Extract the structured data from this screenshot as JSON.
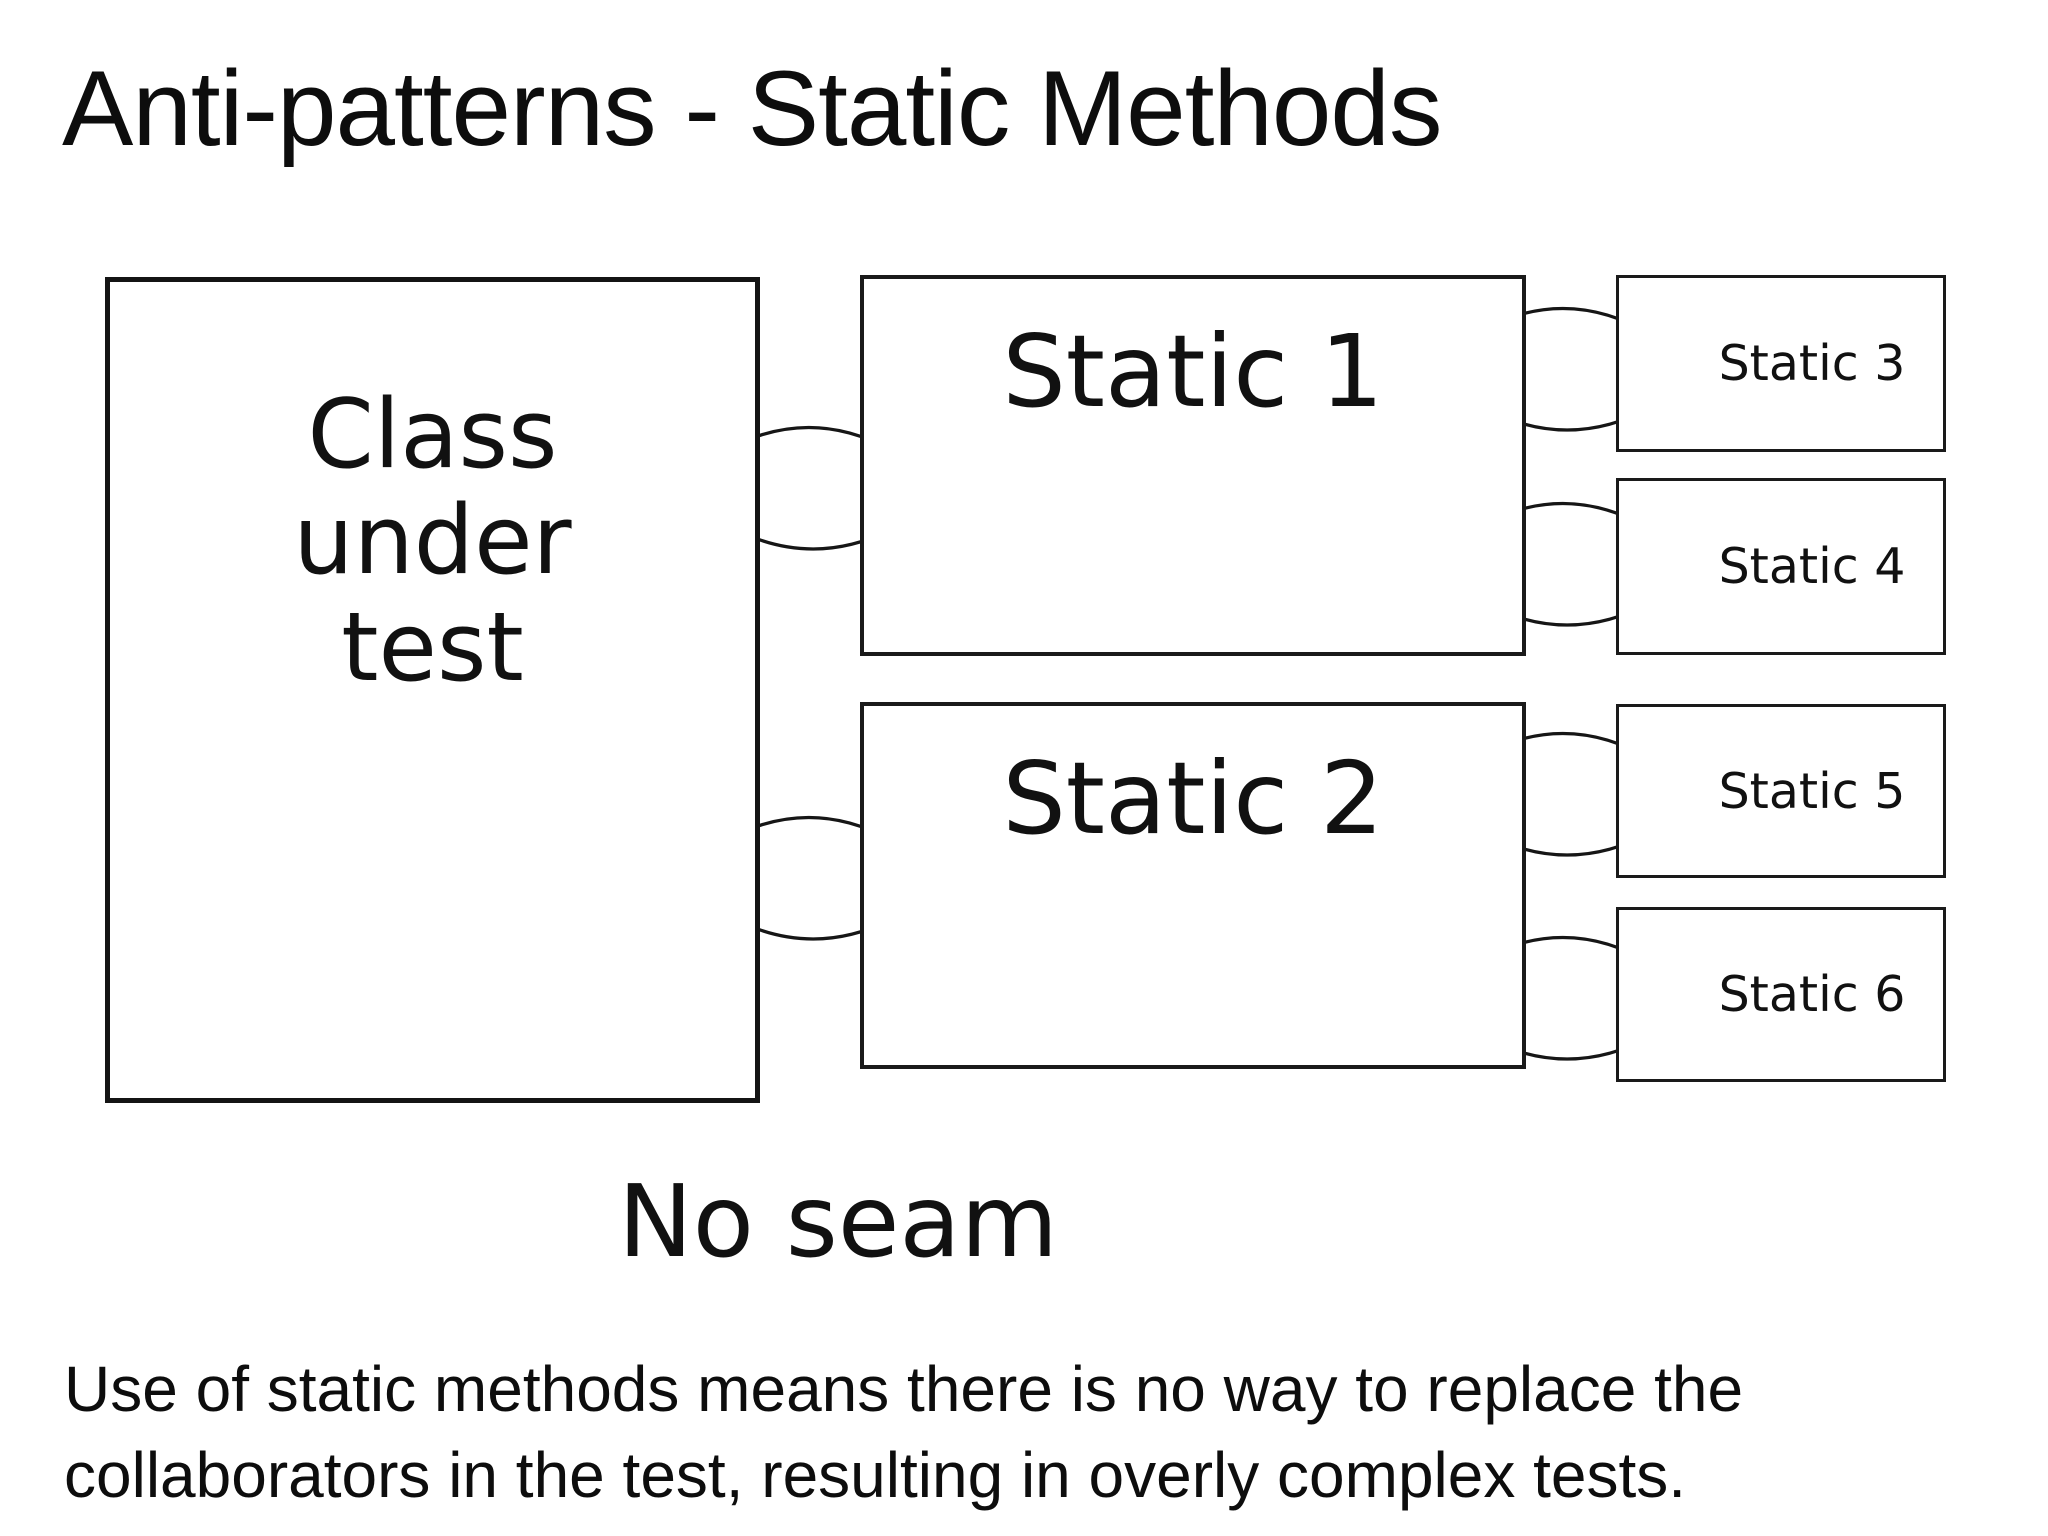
{
  "slide": {
    "title": "Anti-patterns - Static Methods",
    "caption": "No seam",
    "description_lines": [
      "Use of static methods means there is no way to replace the",
      "collaborators in the test, resulting in overly complex tests."
    ]
  },
  "diagram": {
    "class_box": {
      "label": "Class under test",
      "lines": [
        "Class",
        "under",
        "test"
      ]
    },
    "static_boxes": {
      "static1": "Static 1",
      "static2": "Static 2",
      "static3": "Static 3",
      "static4": "Static 4",
      "static5": "Static 5",
      "static6": "Static 6"
    },
    "connections": [
      {
        "from": "Class under test",
        "to": "Static 1",
        "bidirectional": true
      },
      {
        "from": "Class under test",
        "to": "Static 2",
        "bidirectional": true
      },
      {
        "from": "Static 1",
        "to": "Static 3",
        "bidirectional": true
      },
      {
        "from": "Static 1",
        "to": "Static 4",
        "bidirectional": true
      },
      {
        "from": "Static 2",
        "to": "Static 5",
        "bidirectional": true
      },
      {
        "from": "Static 2",
        "to": "Static 6",
        "bidirectional": true
      }
    ],
    "colors": {
      "stroke": "#141414",
      "text": "#111111",
      "background": "#ffffff"
    }
  }
}
